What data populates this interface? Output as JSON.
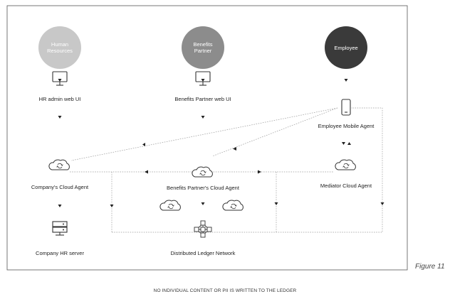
{
  "actors": {
    "hr": {
      "line1": "Human",
      "line2": "Resources",
      "color": "#c8c8c8"
    },
    "benefits_partner": {
      "line1": "Benefits",
      "line2": "Partner",
      "color": "#8c8c8c"
    },
    "employee": {
      "label": "Employee",
      "color": "#3a3a3a"
    }
  },
  "nodes": {
    "hr_web_ui": "HR admin web UI",
    "bp_web_ui": "Benefits Partner web UI",
    "employee_mobile_agent": "Employee Mobile Agent",
    "company_cloud_agent": "Company's Cloud Agent",
    "bp_cloud_agent": "Benefits Partner's Cloud Agent",
    "mediator_cloud_agent": "Mediator Cloud Agent",
    "company_hr_server": "Company HR server",
    "ledger_network": "Distributed Ledger Network"
  },
  "figure_label": "Figure 11",
  "footer_note": "NO INDIVIDUAL CONTENT OR PII IS WRITTEN TO THE LEDGER"
}
